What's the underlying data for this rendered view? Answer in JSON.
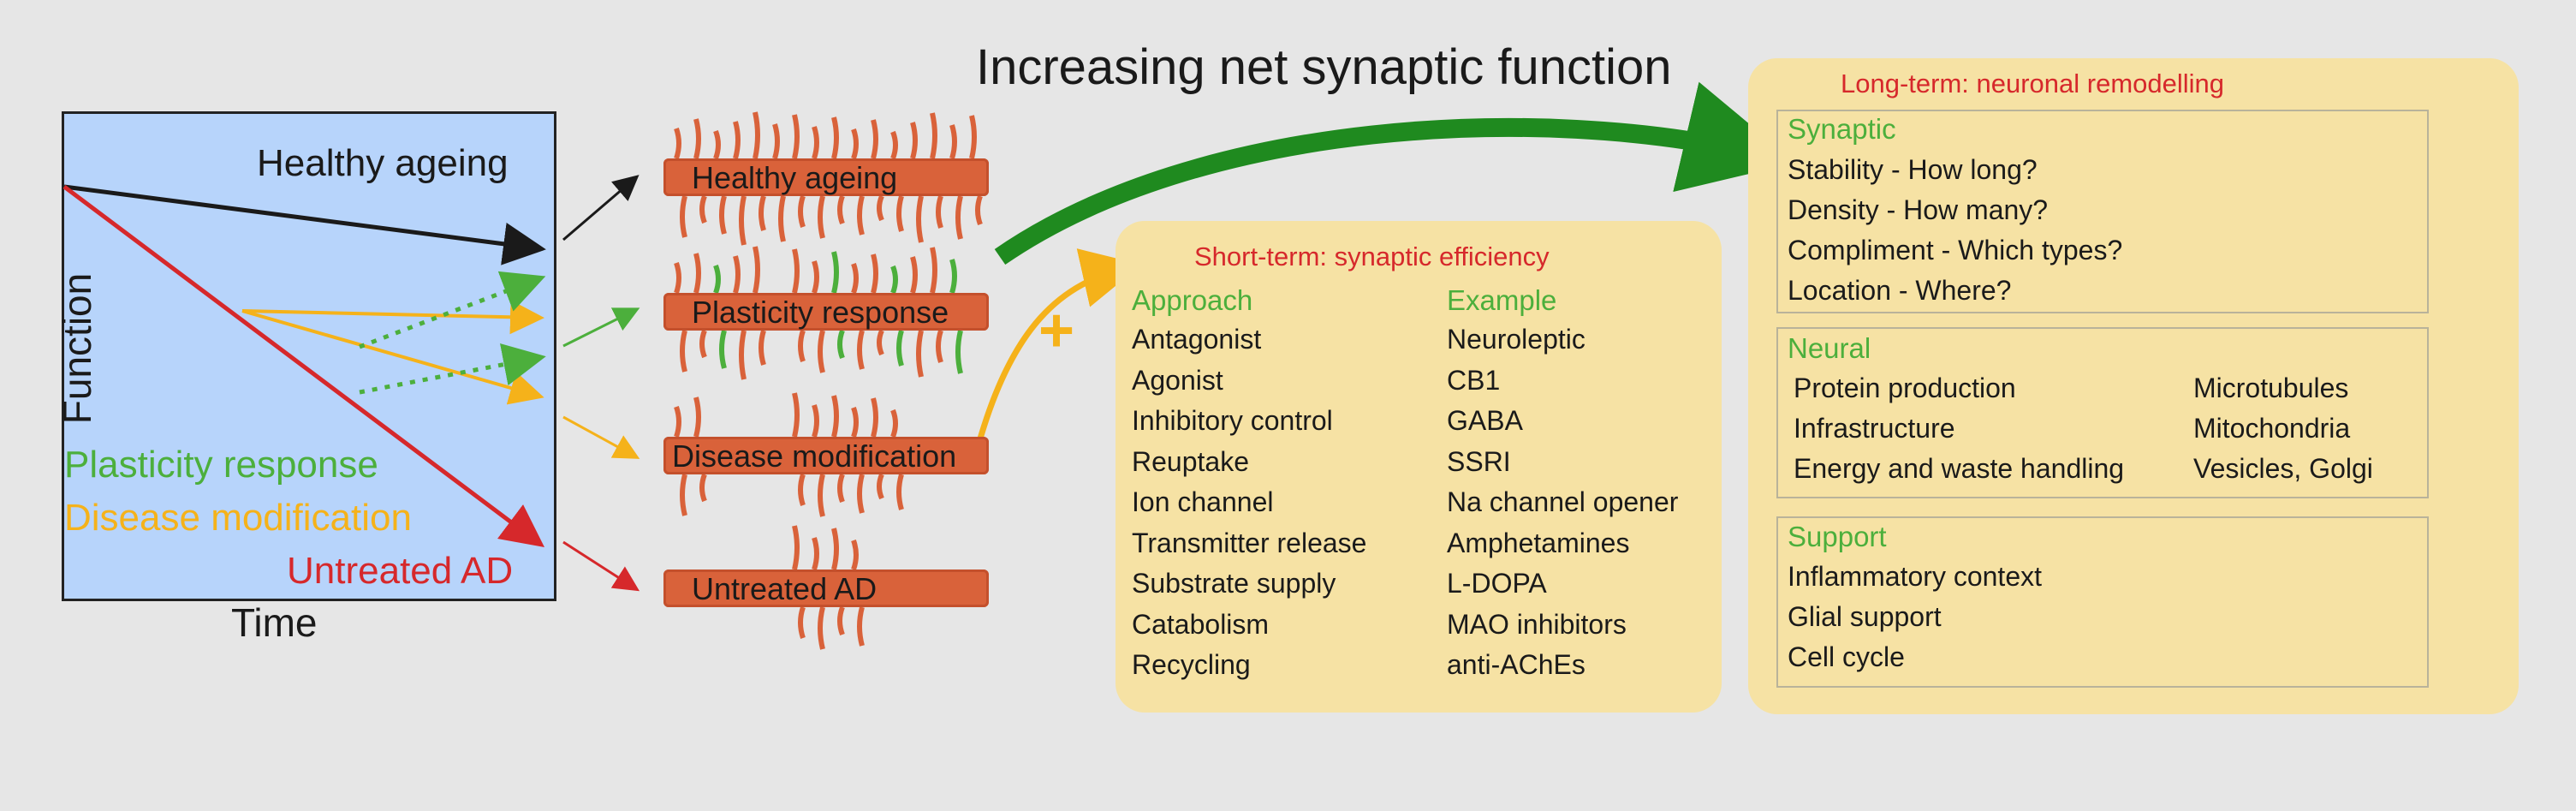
{
  "title": "Increasing net synaptic function",
  "graph": {
    "y_axis": "Function",
    "x_axis": "Time",
    "line_labels": {
      "healthy": "Healthy ageing",
      "plasticity": "Plasticity response",
      "disease": "Disease modification",
      "untreated": "Untreated AD"
    }
  },
  "neurons": [
    {
      "label": "Healthy ageing"
    },
    {
      "label": "Plasticity response"
    },
    {
      "label": "Disease modification"
    },
    {
      "label": "Untreated AD"
    }
  ],
  "plus_symbol": "+",
  "short_term": {
    "title": "Short-term: synaptic efficiency",
    "col1_header": "Approach",
    "col2_header": "Example",
    "rows": [
      [
        "Antagonist",
        "Neuroleptic"
      ],
      [
        "Agonist",
        "CB1"
      ],
      [
        "Inhibitory control",
        "GABA"
      ],
      [
        "Reuptake",
        "SSRI"
      ],
      [
        "Ion channel",
        "Na channel opener"
      ],
      [
        "Transmitter release",
        "Amphetamines"
      ],
      [
        "Substrate supply",
        "L-DOPA"
      ],
      [
        "Catabolism",
        "MAO inhibitors"
      ],
      [
        "Recycling",
        "anti-AChEs"
      ]
    ]
  },
  "long_term": {
    "title": "Long-term: neuronal remodelling",
    "synaptic": {
      "header": "Synaptic",
      "items": [
        "Stability - How long?",
        "Density - How many?",
        "Compliment - Which types?",
        "Location - Where?"
      ]
    },
    "neural": {
      "header": "Neural",
      "col1": [
        "Protein production",
        "Infrastructure",
        "Energy and waste handling"
      ],
      "col2": [
        "Microtubules",
        "Mitochondria",
        "Vesicles, Golgi"
      ]
    },
    "support": {
      "header": "Support",
      "items": [
        "Inflammatory context",
        "Glial support",
        "Cell cycle"
      ]
    }
  },
  "colors": {
    "healthy": "#1a1a1a",
    "plasticity": "#4caf3c",
    "disease": "#f5b21a",
    "untreated": "#d6282b",
    "neuron": "#d9623a",
    "box": "#f6e2a4",
    "arrow_green": "#1f8a1f"
  }
}
